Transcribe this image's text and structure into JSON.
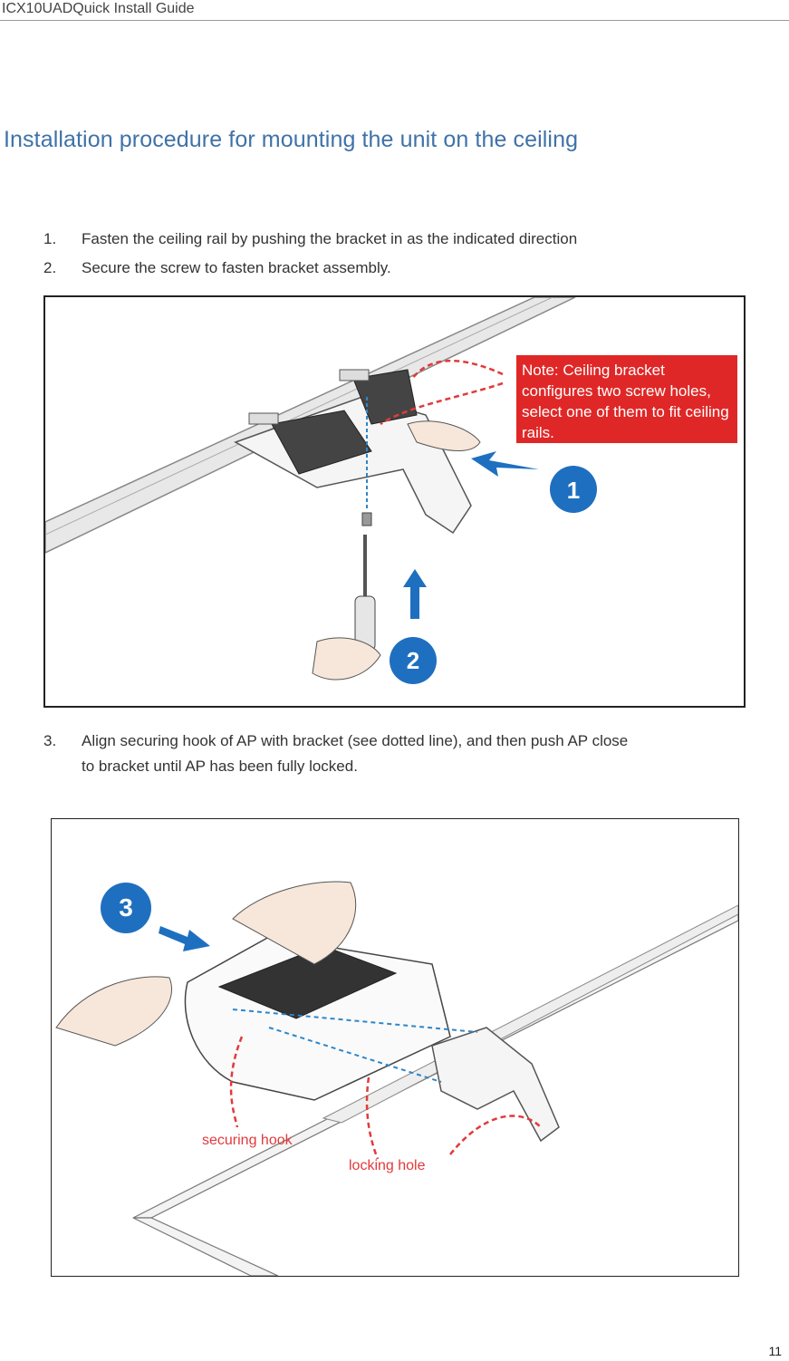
{
  "header": {
    "title": "ICX10UADQuick Install Guide"
  },
  "section": {
    "title": "Installation procedure for mounting the unit on the ceiling"
  },
  "steps": [
    {
      "num": "1.",
      "text": "Fasten the ceiling rail by pushing the bracket in as the indicated direction"
    },
    {
      "num": "2.",
      "text": "Secure the screw to fasten bracket assembly."
    },
    {
      "num": "3.",
      "text": "Align securing hook of AP with bracket (see dotted line), and then push AP close",
      "cont": "to bracket until AP has been fully locked."
    }
  ],
  "figure1": {
    "note": "Note: Ceiling bracket configures two screw holes, select one of them to fit ceiling rails.",
    "badges": [
      "1",
      "2"
    ]
  },
  "figure2": {
    "badge": "3",
    "labels": {
      "securing_hook": "securing hook",
      "locking_hole": "locking hole"
    }
  },
  "footer": {
    "page_number": "11"
  },
  "colors": {
    "title_blue": "#3f72a8",
    "badge_blue": "#1f6fc0",
    "note_red": "#e02727",
    "dash_blue": "#2e86c9",
    "dash_red": "#e23a3a"
  }
}
